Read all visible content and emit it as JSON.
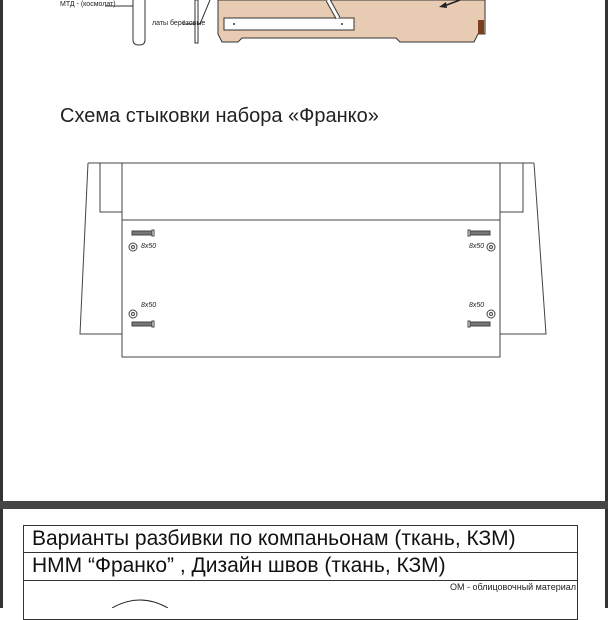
{
  "top_drawing": {
    "label_mtd": "МТД - (космолат)",
    "label_laths": "латы берёзовые"
  },
  "scheme": {
    "title": "Схема стыковки набора «Франко»",
    "fastener_labels": [
      "8x50",
      "8x50",
      "8x50",
      "8x50"
    ]
  },
  "second_page": {
    "row1": "Варианты разбивки по компаньонам (ткань, КЗМ)",
    "row2": "НММ “Франко” , Дизайн швов (ткань, КЗМ)",
    "note": "ОМ - облицовочный материал"
  },
  "colors": {
    "sofa_fill": "#e8cbb3",
    "wood": "#7a3f1e",
    "separator": "#444444"
  }
}
